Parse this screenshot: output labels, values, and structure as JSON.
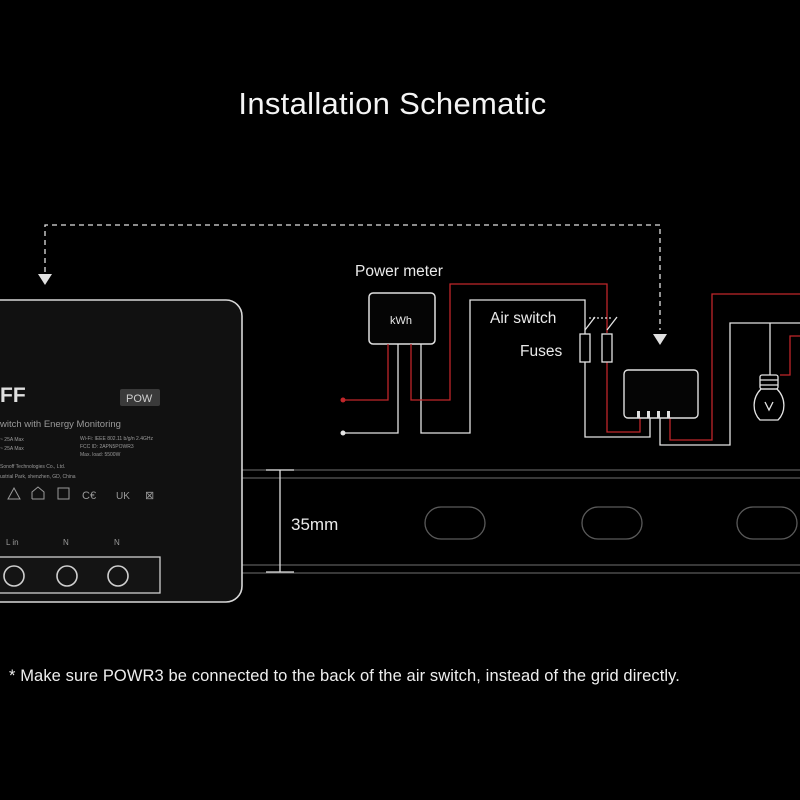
{
  "title": "Installation Schematic",
  "labels": {
    "power_meter": "Power meter",
    "kwh": "kWh",
    "air_switch": "Air switch",
    "fuses": "Fuses",
    "rail_width": "35mm"
  },
  "device": {
    "brand_partial": "FF",
    "badge": "POW",
    "model_line": "witch with Energy Monitoring",
    "spec_left": [
      "~ 25A Max",
      "~ 25A Max"
    ],
    "spec_right": [
      "Wi-Fi: IEEE 802.11 b/g/n 2.4GHz",
      "FCC ID: 2APN5POWR3",
      "Max. load: 5500W"
    ],
    "maker": [
      "Sonoff Technologies Co., Ltd.",
      "ustrial Park, shenzhen, GD, China"
    ],
    "terminals": [
      "L in",
      "N",
      "N"
    ]
  },
  "note": "* Make sure POWR3 be connected to the back of the air switch, instead of the grid directly.",
  "colors": {
    "background": "#000000",
    "live_wire": "#c0262a",
    "neutral_wire": "#e8e8e8",
    "device_body": "#111111"
  }
}
